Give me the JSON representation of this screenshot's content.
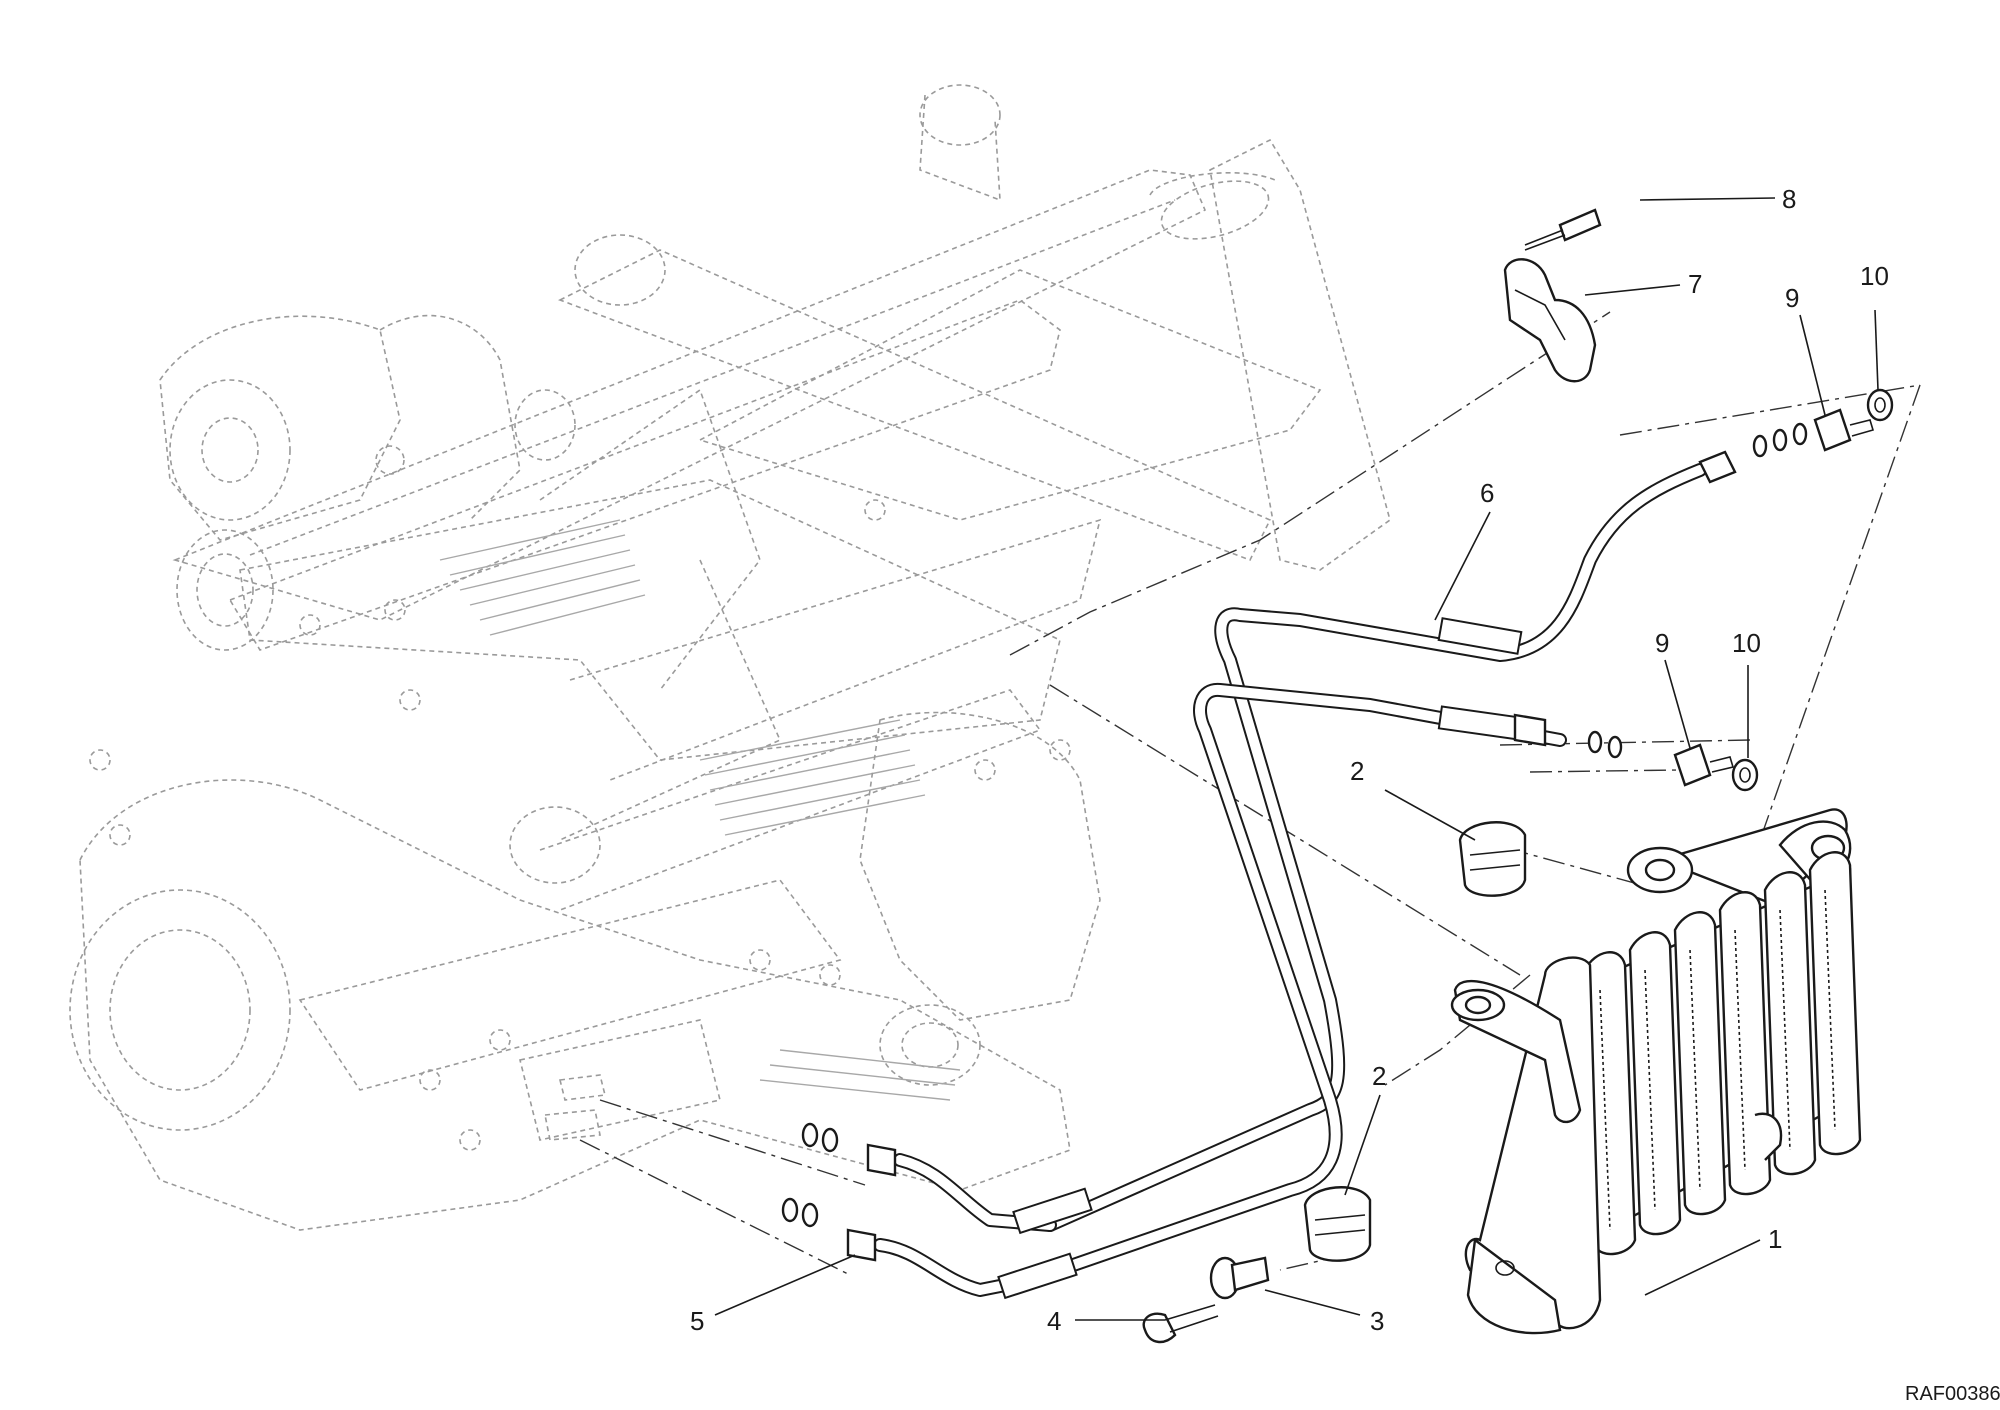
{
  "callouts": [
    {
      "id": "c8",
      "label": "8"
    },
    {
      "id": "c7",
      "label": "7"
    },
    {
      "id": "c9a",
      "label": "9"
    },
    {
      "id": "c10a",
      "label": "10"
    },
    {
      "id": "c6",
      "label": "6"
    },
    {
      "id": "c9b",
      "label": "9"
    },
    {
      "id": "c10b",
      "label": "10"
    },
    {
      "id": "c2a",
      "label": "2"
    },
    {
      "id": "c2b",
      "label": "2"
    },
    {
      "id": "c1",
      "label": "1"
    },
    {
      "id": "c3",
      "label": "3"
    },
    {
      "id": "c4",
      "label": "4"
    },
    {
      "id": "c5",
      "label": "5"
    }
  ],
  "drawing_code": "RAF00386"
}
